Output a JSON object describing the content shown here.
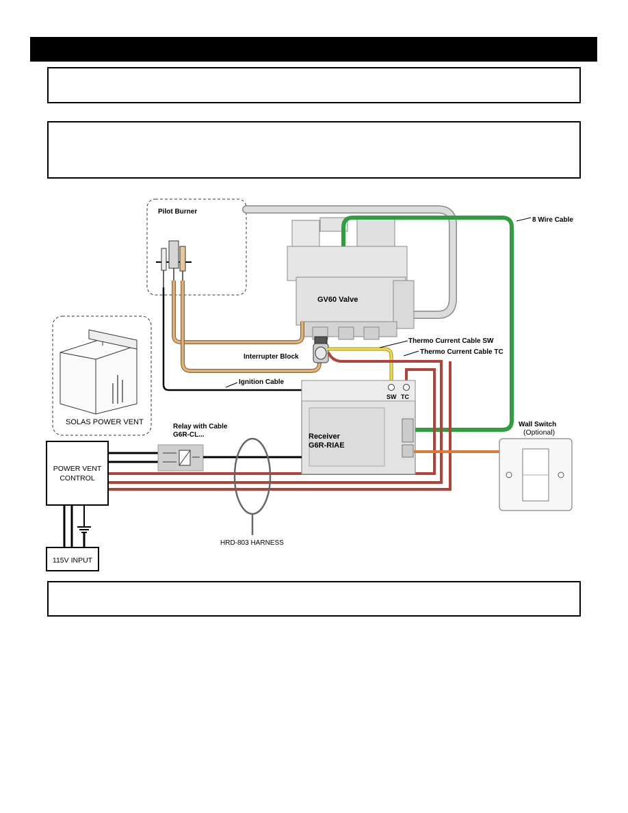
{
  "diagram": {
    "labels": {
      "pilot_burner": "Pilot Burner",
      "eight_wire_cable": "8 Wire Cable",
      "gv60_valve": "GV60 Valve",
      "thermo_sw": "Thermo Current Cable SW",
      "thermo_tc": "Thermo Current Cable TC",
      "interrupter_block": "Interrupter Block",
      "ignition_cable": "Ignition Cable",
      "sw_terminal": "SW",
      "tc_terminal": "TC",
      "solas_power_vent": "SOLAS POWER VENT",
      "relay_line1": "Relay with Cable",
      "relay_line2": "G6R-CL...",
      "receiver_line1": "Receiver",
      "receiver_line2": "G6R-RIAE",
      "wall_switch": "Wall Switch",
      "wall_switch_optional": "(Optional)",
      "pvc_line1": "POWER VENT",
      "pvc_line2": "CONTROL",
      "harness": "HRD-803 HARNESS",
      "input": "115V INPUT"
    },
    "colors": {
      "gray_tube": "#c8c8c8",
      "green_cable": "#2e9e3e",
      "tan_cable": "#d9a56a",
      "yellow_cable": "#f2de4a",
      "red_cable": "#b5413a",
      "orange_cable": "#e07a33",
      "black_cable": "#000000"
    }
  }
}
